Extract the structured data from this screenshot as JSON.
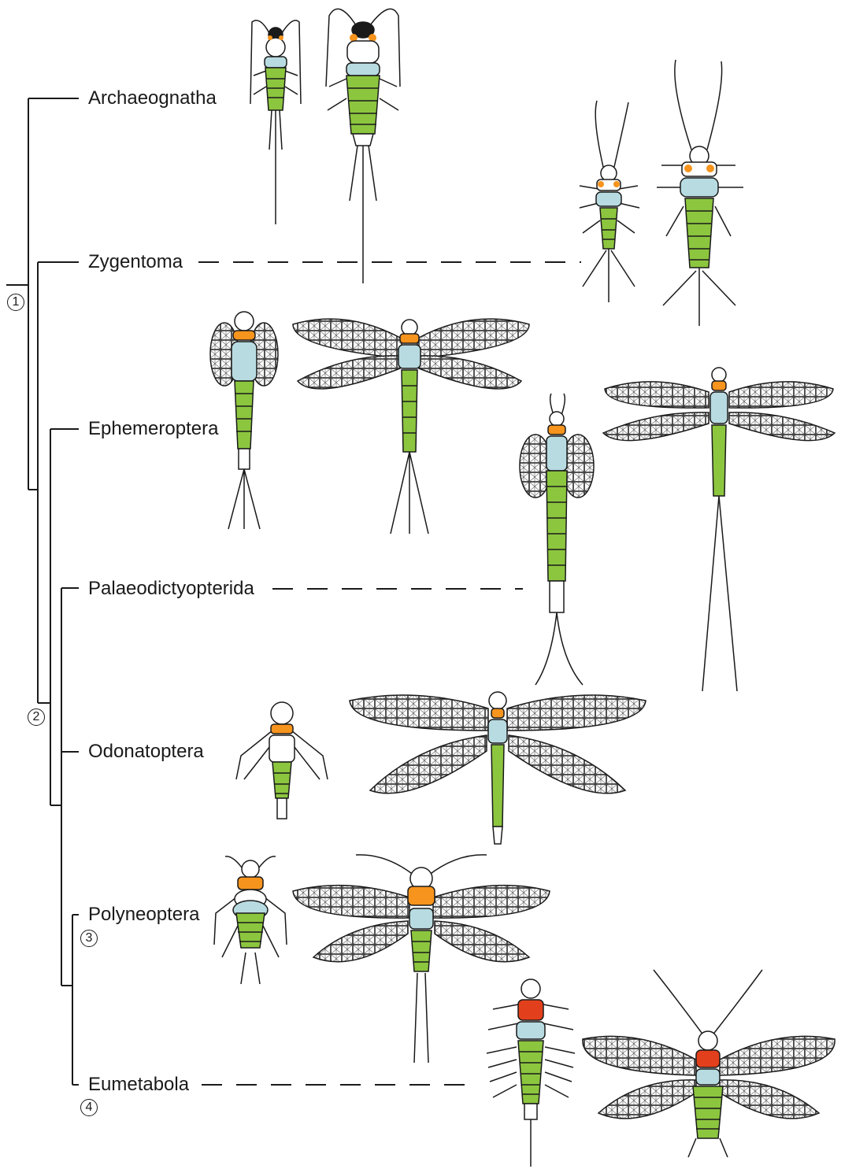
{
  "taxa": [
    {
      "name": "Archaeognatha"
    },
    {
      "name": "Zygentoma"
    },
    {
      "name": "Ephemeroptera"
    },
    {
      "name": "Palaeodictyopterida"
    },
    {
      "name": "Odonatoptera"
    },
    {
      "name": "Polyneoptera"
    },
    {
      "name": "Eumetabola"
    }
  ],
  "node_labels": {
    "n1": "1",
    "n2": "2",
    "n3": "3",
    "n4": "4"
  },
  "colors": {
    "abdomen": "#8cc63f",
    "thorax_blue": "#b7dbe0",
    "pronotum_orange": "#f7941d",
    "pronotum_red": "#e2401c",
    "line": "#1a1a1a"
  }
}
